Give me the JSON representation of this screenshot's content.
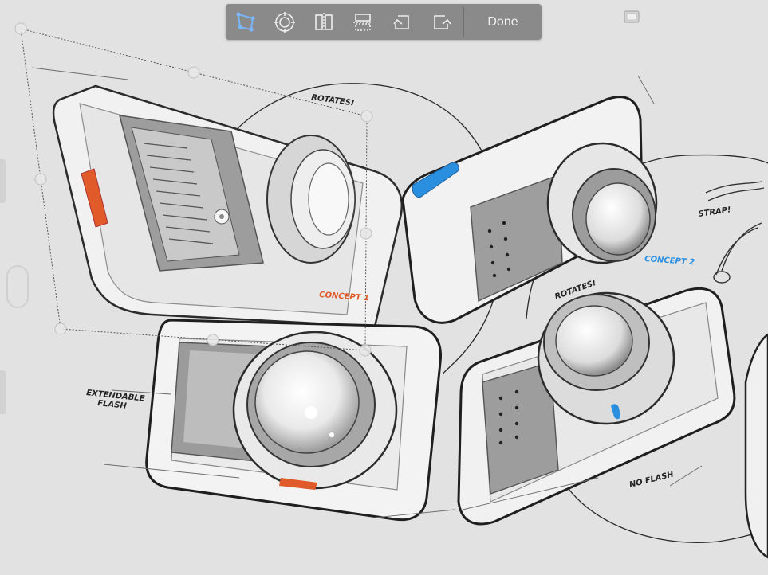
{
  "toolbar": {
    "tools": [
      {
        "name": "free-transform",
        "icon": "perspective-distort-icon",
        "active": true
      },
      {
        "name": "rotate",
        "icon": "rotate-target-icon",
        "active": false
      },
      {
        "name": "flip-horizontal",
        "icon": "flip-horizontal-icon",
        "active": false
      },
      {
        "name": "flip-vertical",
        "icon": "flip-vertical-icon",
        "active": false
      },
      {
        "name": "rotate-left",
        "icon": "rotate-left-icon",
        "active": false
      },
      {
        "name": "rotate-right",
        "icon": "rotate-right-icon",
        "active": false
      }
    ],
    "done_label": "Done"
  },
  "layers_icon": "layers-icon",
  "annotations": {
    "rotates_1": "ROTATES!",
    "concept_1": "CONCEPT 1",
    "extendable_flash": "EXTENDABLE",
    "extendable_flash_2": "FLASH",
    "strap": "STRAP!",
    "concept_2": "CONCEPT 2",
    "rotates_2": "ROTATES!",
    "no_flash": "NO FLASH"
  },
  "colors": {
    "canvas": "#e2e2e2",
    "toolbar": "#8a8a8a",
    "active_tool": "#7ab8ff",
    "concept_1_accent": "#e05a2a",
    "concept_2_accent": "#2b8fe0",
    "ink": "#222222"
  }
}
